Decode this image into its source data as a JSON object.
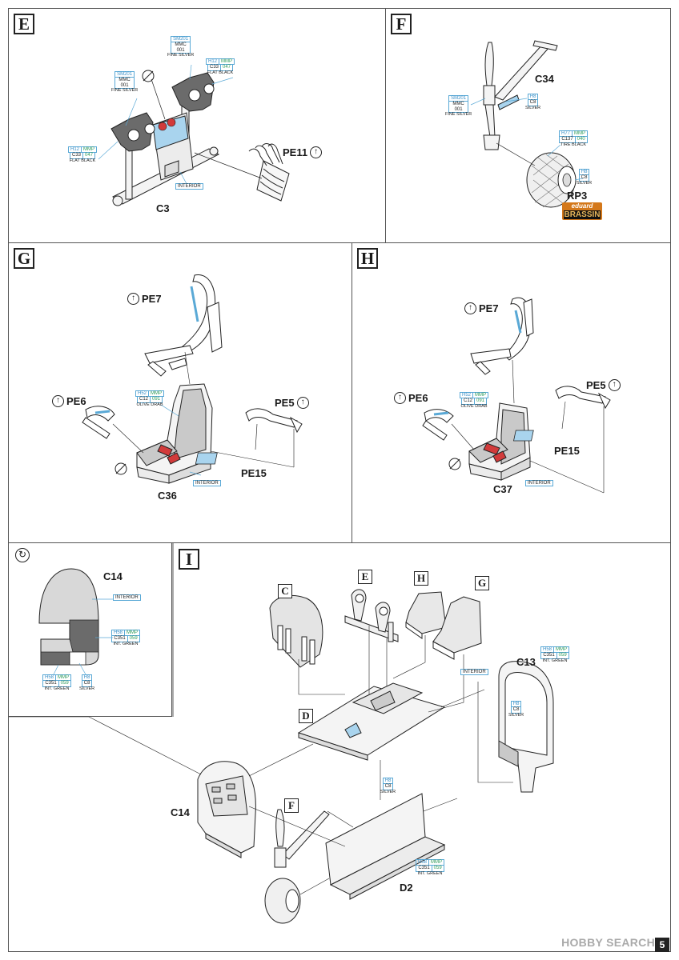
{
  "steps": {
    "E": {
      "letter": "E",
      "part": "C3",
      "pe": "PE11",
      "callouts": {
        "sm_left": {
          "h": "SM201",
          "m": "MMC",
          "n": "001",
          "name": "FINE SILVER"
        },
        "sm_top": {
          "h": "SM201",
          "m": "MMC",
          "n": "001",
          "name": "FINE SILVER"
        },
        "h12_top": {
          "h": "H12",
          "m": "MMP",
          "c": "C33",
          "n": "047",
          "name": "FLAT BLACK"
        },
        "h12_left": {
          "h": "H12",
          "m": "MMP",
          "c": "C33",
          "n": "047",
          "name": "FLAT BLACK"
        }
      },
      "interior": "INTERIOR"
    },
    "F": {
      "letter": "F",
      "part_leg": "C34",
      "part_wheel": "RP3",
      "callouts": {
        "sm": {
          "h": "SM201",
          "m": "MMC",
          "n": "001",
          "name": "FINE SILVER"
        },
        "h8_top": {
          "h": "H8",
          "c": "C8",
          "name": "SILVER"
        },
        "h77": {
          "h": "H77",
          "m": "MMP",
          "c": "C137",
          "n": "040",
          "name": "TIRE BLACK"
        },
        "h8_bottom": {
          "h": "H8",
          "c": "C8",
          "name": "SILVER"
        }
      },
      "brand_top": "eduard",
      "brand_bottom": "BRASSIN"
    },
    "G": {
      "letter": "G",
      "part": "C36",
      "pe_belt": "PE7",
      "pe_left": "PE6",
      "pe_right": "PE5",
      "pe_plate": "PE15",
      "callouts": {
        "h52": {
          "h": "H52",
          "m": "MMP",
          "c": "C12",
          "n": "091",
          "name": "OLIVE DRAB"
        }
      },
      "interior": "INTERIOR"
    },
    "H": {
      "letter": "H",
      "part": "C37",
      "pe_belt": "PE7",
      "pe_left": "PE6",
      "pe_right": "PE5",
      "pe_plate": "PE15",
      "callouts": {
        "h52": {
          "h": "H52",
          "m": "MMP",
          "c": "C12",
          "n": "091",
          "name": "OLIVE DRAB"
        }
      },
      "interior": "INTERIOR"
    },
    "C14": {
      "part": "C14",
      "interior": "INTERIOR",
      "callouts": {
        "h58_right": {
          "h": "H58",
          "m": "MMP",
          "c": "C351",
          "n": "059",
          "name": "INT. GREEN"
        },
        "h58_bottom": {
          "h": "H58",
          "m": "MMP",
          "c": "C351",
          "n": "059",
          "name": "INT. GREEN"
        },
        "h8": {
          "h": "H8",
          "c": "C8",
          "name": "SILVER"
        }
      }
    },
    "I": {
      "letter": "I",
      "sub_letters": {
        "C": "C",
        "E": "E",
        "H": "H",
        "G": "G",
        "D": "D",
        "F": "F"
      },
      "parts": {
        "c13": "C13",
        "c14": "C14",
        "d2": "D2"
      },
      "interior": "INTERIOR",
      "callouts": {
        "c13": {
          "h": "H58",
          "m": "MMP",
          "c": "C351",
          "n": "059",
          "name": "INT. GREEN"
        },
        "c13_silver": {
          "h": "H8",
          "c": "C8",
          "name": "SILVER"
        },
        "d_silver": {
          "h": "H8",
          "c": "C8",
          "name": "SILVER"
        },
        "d2": {
          "h": "H58",
          "m": "MMP",
          "c": "C351",
          "n": "059",
          "name": "INT. GREEN"
        }
      }
    }
  },
  "footer": {
    "watermark": "HOBBY SEARCH",
    "page_number": "5"
  },
  "colors": {
    "callout_border": "#5aa9d6",
    "hobby_code": "#3a8fc7",
    "mmp_code": "#2e9a5a",
    "red_part": "#d23a3a",
    "light_blue": "#a9d4ee",
    "seat_gray": "#c9c9c9",
    "dark_gray": "#6b6b6b"
  }
}
